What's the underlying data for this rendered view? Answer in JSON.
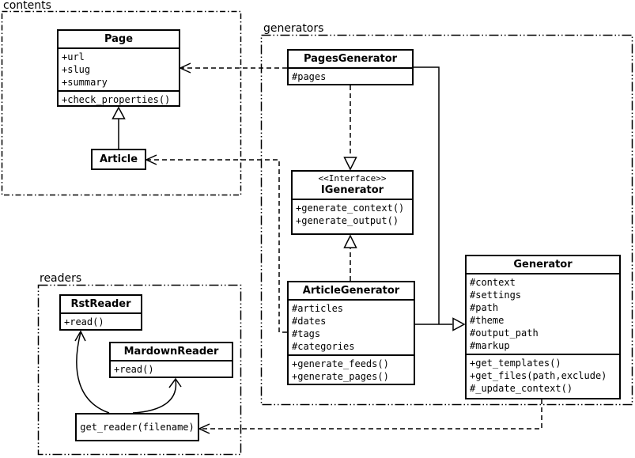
{
  "colors": {
    "line": "#000000",
    "background": "#ffffff"
  },
  "packages": {
    "contents": {
      "label": "contents"
    },
    "generators": {
      "label": "generators"
    },
    "readers": {
      "label": "readers"
    }
  },
  "classes": {
    "page": {
      "title": "Page",
      "attributes": [
        "+url",
        "+slug",
        "+summary"
      ],
      "methods": [
        "+check_properties()"
      ]
    },
    "article": {
      "title": "Article"
    },
    "pages_generator": {
      "title": "PagesGenerator",
      "attributes": [
        "#pages"
      ]
    },
    "igenerator": {
      "stereotype": "<<Interface>>",
      "title": "IGenerator",
      "methods": [
        "+generate_context()",
        "+generate_output()"
      ]
    },
    "article_generator": {
      "title": "ArticleGenerator",
      "attributes": [
        "#articles",
        "#dates",
        "#tags",
        "#categories"
      ],
      "methods": [
        "+generate_feeds()",
        "+generate_pages()"
      ]
    },
    "generator": {
      "title": "Generator",
      "attributes": [
        "#context",
        "#settings",
        "#path",
        "#theme",
        "#output_path",
        "#markup"
      ],
      "methods": [
        "+get_templates()",
        "+get_files(path,exclude)",
        "#_update_context()"
      ]
    },
    "rst_reader": {
      "title": "RstReader",
      "methods": [
        "+read()"
      ]
    },
    "markdown_reader": {
      "title": "MardownReader",
      "methods": [
        "+read()"
      ]
    },
    "get_reader": {
      "title": "get_reader(filename)"
    }
  }
}
